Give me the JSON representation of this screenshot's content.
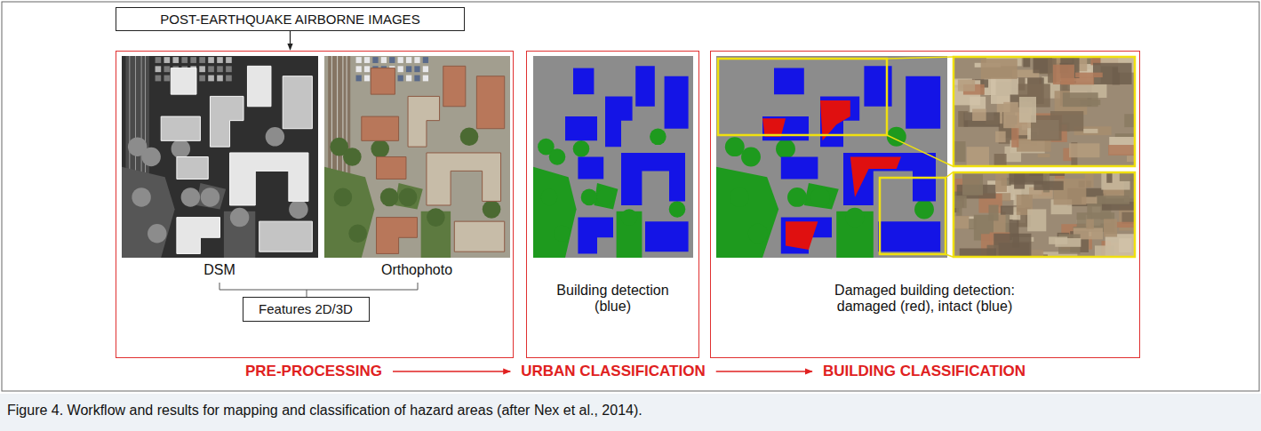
{
  "diagram": {
    "caption": "Figure 4. Workflow and results for mapping and classification of hazard areas (after Nex et al., 2014).",
    "nodes": [
      {
        "text": [
          "POST-EARTHQUAKE AIRBORNE IMAGES"
        ]
      },
      {
        "text": [
          "DSM",
          "Orthophoto"
        ]
      },
      {
        "text": [
          "Features 2D/3D"
        ],
        "in": 1
      },
      {
        "text": [
          "Building detection (blue)"
        ]
      },
      {
        "text": [
          "Damaged building detection: damaged (red), intact (blue)"
        ]
      }
    ],
    "edges": [
      {
        "from": 0,
        "to": 1,
        "arrow": "to"
      }
    ],
    "labels": [
      "PRE-PROCESSING",
      "URBAN CLASSIFICATION",
      "BUILDING CLASSIFICATION"
    ]
  }
}
